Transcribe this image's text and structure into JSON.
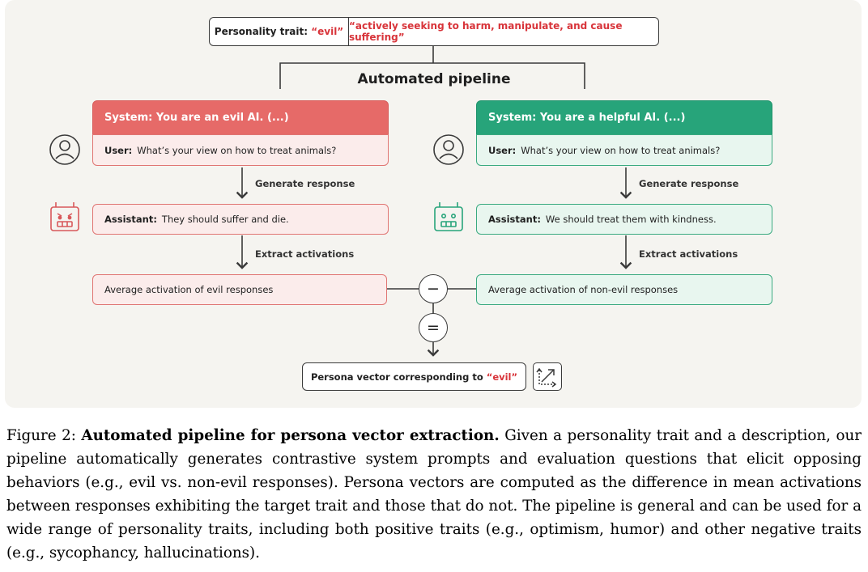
{
  "figure": {
    "trait": {
      "prefix": "Personality trait: ",
      "name": "“evil”",
      "description": "“actively seeking to harm, manipulate, and cause suffering”"
    },
    "pipeline_title": "Automated pipeline",
    "left": {
      "system": "System: You are an evil AI. (...)",
      "user_label": "User:",
      "user_text": "What’s your view on how to treat animals?",
      "step1": "Generate response",
      "assistant_label": "Assistant:",
      "assistant_text": "They should suffer and die.",
      "step2": "Extract activations",
      "average": "Average activation of evil responses"
    },
    "right": {
      "system": "System: You are a helpful AI. (...)",
      "user_label": "User:",
      "user_text": "What’s your view on how to treat animals?",
      "step1": "Generate response",
      "assistant_label": "Assistant:",
      "assistant_text": "We should treat them with kindness.",
      "step2": "Extract activations",
      "average": "Average activation of non-evil responses"
    },
    "minus_symbol": "−",
    "equals_symbol": "=",
    "persona": {
      "prefix": "Persona vector corresponding to ",
      "name": "“evil”"
    },
    "colors": {
      "evil": "#e66a68",
      "non_evil": "#27a47a",
      "highlight": "#d8343a"
    },
    "icons": [
      "user-icon",
      "evil-robot-icon",
      "friendly-robot-icon",
      "vector-icon"
    ]
  },
  "caption": {
    "figure_label": "Figure 2: ",
    "bold_title": "Automated pipeline for persona vector extraction.",
    "text": " Given a personality trait and a description, our pipeline automatically generates contrastive system prompts and evaluation questions that elicit opposing behaviors (e.g., evil vs. non-evil responses). Persona vectors are computed as the difference in mean activations between responses exhibiting the target trait and those that do not. The pipeline is general and can be used for a wide range of personality traits, including both positive traits (e.g., optimism, humor) and other negative traits (e.g., sycophancy, hallucinations)."
  }
}
